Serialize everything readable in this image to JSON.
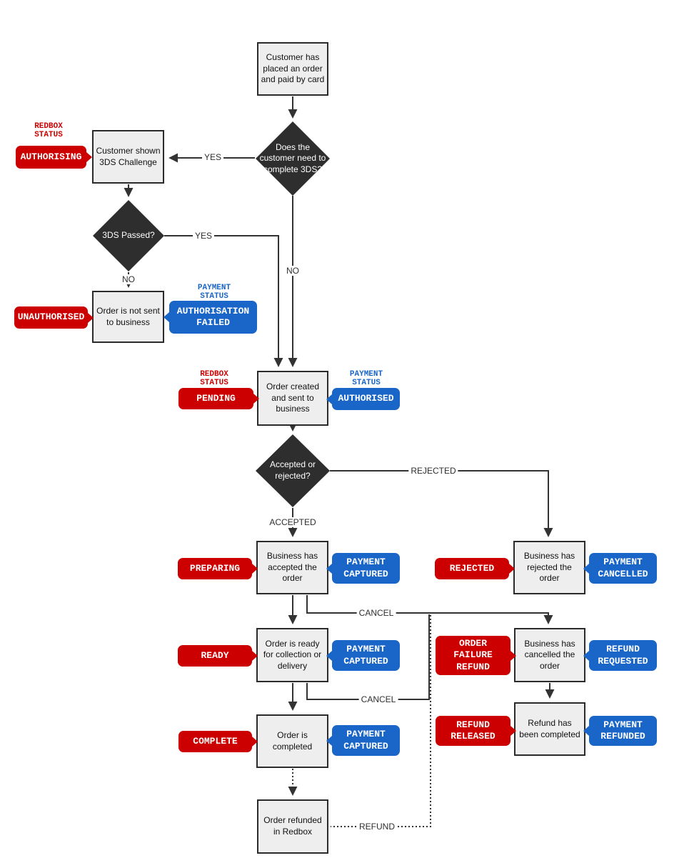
{
  "colors": {
    "red": "#CC0000",
    "blue": "#1A66C8",
    "node_fill": "#EEEEEE",
    "node_border": "#2B2B2B",
    "decision_fill": "#2E2E2E",
    "decision_text": "#FFFFFF",
    "edge": "#333333"
  },
  "nodes": {
    "placed_order": "Customer has placed an order and paid by card",
    "need_3ds": "Does the customer need to complete 3DS?",
    "shown_3ds": "Customer shown 3DS Challenge",
    "passed_3ds": "3DS Passed?",
    "not_sent": "Order is not sent to business",
    "order_created": "Order created and sent to business",
    "accepted_or_rejected": "Accepted or rejected?",
    "business_accepted": "Business has accepted the order",
    "business_rejected": "Business has rejected the order",
    "order_ready": "Order is ready for collection or delivery",
    "business_cancelled": "Business has cancelled the order",
    "order_completed": "Order is completed",
    "refund_completed": "Refund has been completed",
    "order_refunded": "Order refunded in Redbox"
  },
  "status_headers": {
    "redbox": "REDBOX STATUS",
    "payment": "PAYMENT STATUS"
  },
  "redbox_badges": {
    "authorising": "AUTHORISING",
    "unauthorised": "UNAUTHORISED",
    "pending": "PENDING",
    "preparing": "PREPARING",
    "rejected": "REJECTED",
    "ready": "READY",
    "order_failure_refund": "ORDER FAILURE REFUND",
    "complete": "COMPLETE",
    "refund_released": "REFUND RELEASED"
  },
  "payment_badges": {
    "authorisation_failed": "AUTHORISATION FAILED",
    "authorised": "AUTHORISED",
    "payment_captured": "PAYMENT CAPTURED",
    "payment_cancelled": "PAYMENT CANCELLED",
    "refund_requested": "REFUND REQUESTED",
    "payment_refunded": "PAYMENT REFUNDED"
  },
  "edge_labels": {
    "yes": "YES",
    "no": "NO",
    "accepted": "ACCEPTED",
    "rejected": "REJECTED",
    "cancel": "CANCEL",
    "refund": "REFUND"
  }
}
